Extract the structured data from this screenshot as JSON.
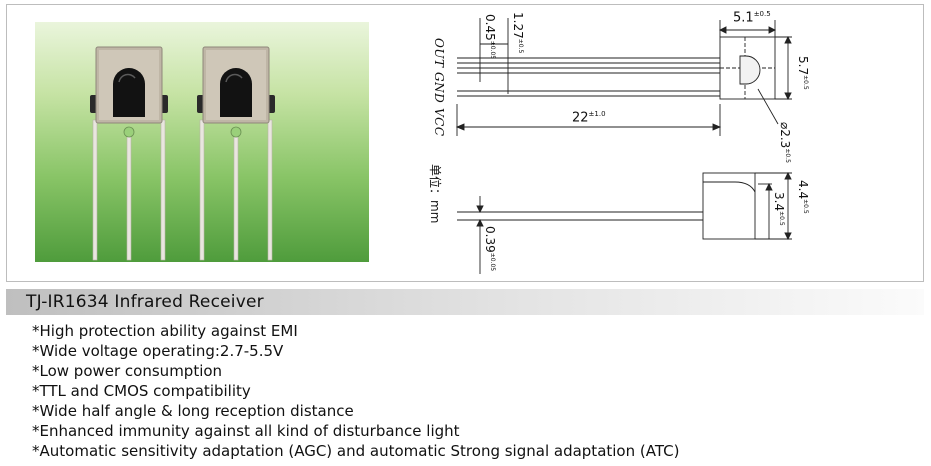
{
  "product": {
    "title": "TJ-IR1634 Infrared Receiver",
    "features": [
      "*High protection ability against EMI",
      "*Wide voltage operating:2.7-5.5V",
      "*Low power consumption",
      "*TTL and CMOS compatibility",
      "*Wide half angle & long reception distance",
      "*Enhanced immunity against all kind of disturbance light",
      "*Automatic sensitivity adaptation (AGC) and automatic Strong signal adaptation (ATC)"
    ]
  },
  "drawing": {
    "pin_labels": [
      "OUT",
      "GND",
      "VCC"
    ],
    "unit_label": "单位：mm",
    "dimensions": {
      "body_width": {
        "value": "5.1",
        "tol": "±0.5"
      },
      "body_height": {
        "value": "5.7",
        "tol": "±0.5"
      },
      "lens_diameter": {
        "value": "⌀2.3",
        "tol": "±0.5"
      },
      "lead_length": {
        "value": "22",
        "tol": "±1.0"
      },
      "pin_pitch": {
        "value": "1.27",
        "tol": "±0.5"
      },
      "lead_width": {
        "value": "0.45",
        "tol": "±0.05"
      },
      "side_depth": {
        "value": "4.4",
        "tol": "±0.5"
      },
      "lens_depth": {
        "value": "3.4",
        "tol": "±0.5"
      },
      "lead_thickness": {
        "value": "0.39",
        "tol": "±0.05"
      }
    }
  },
  "colors": {
    "photo_bg_top": "#eaf5dc",
    "photo_bg_bottom": "#4f9c3c",
    "title_bar": "#bfbfbf"
  }
}
